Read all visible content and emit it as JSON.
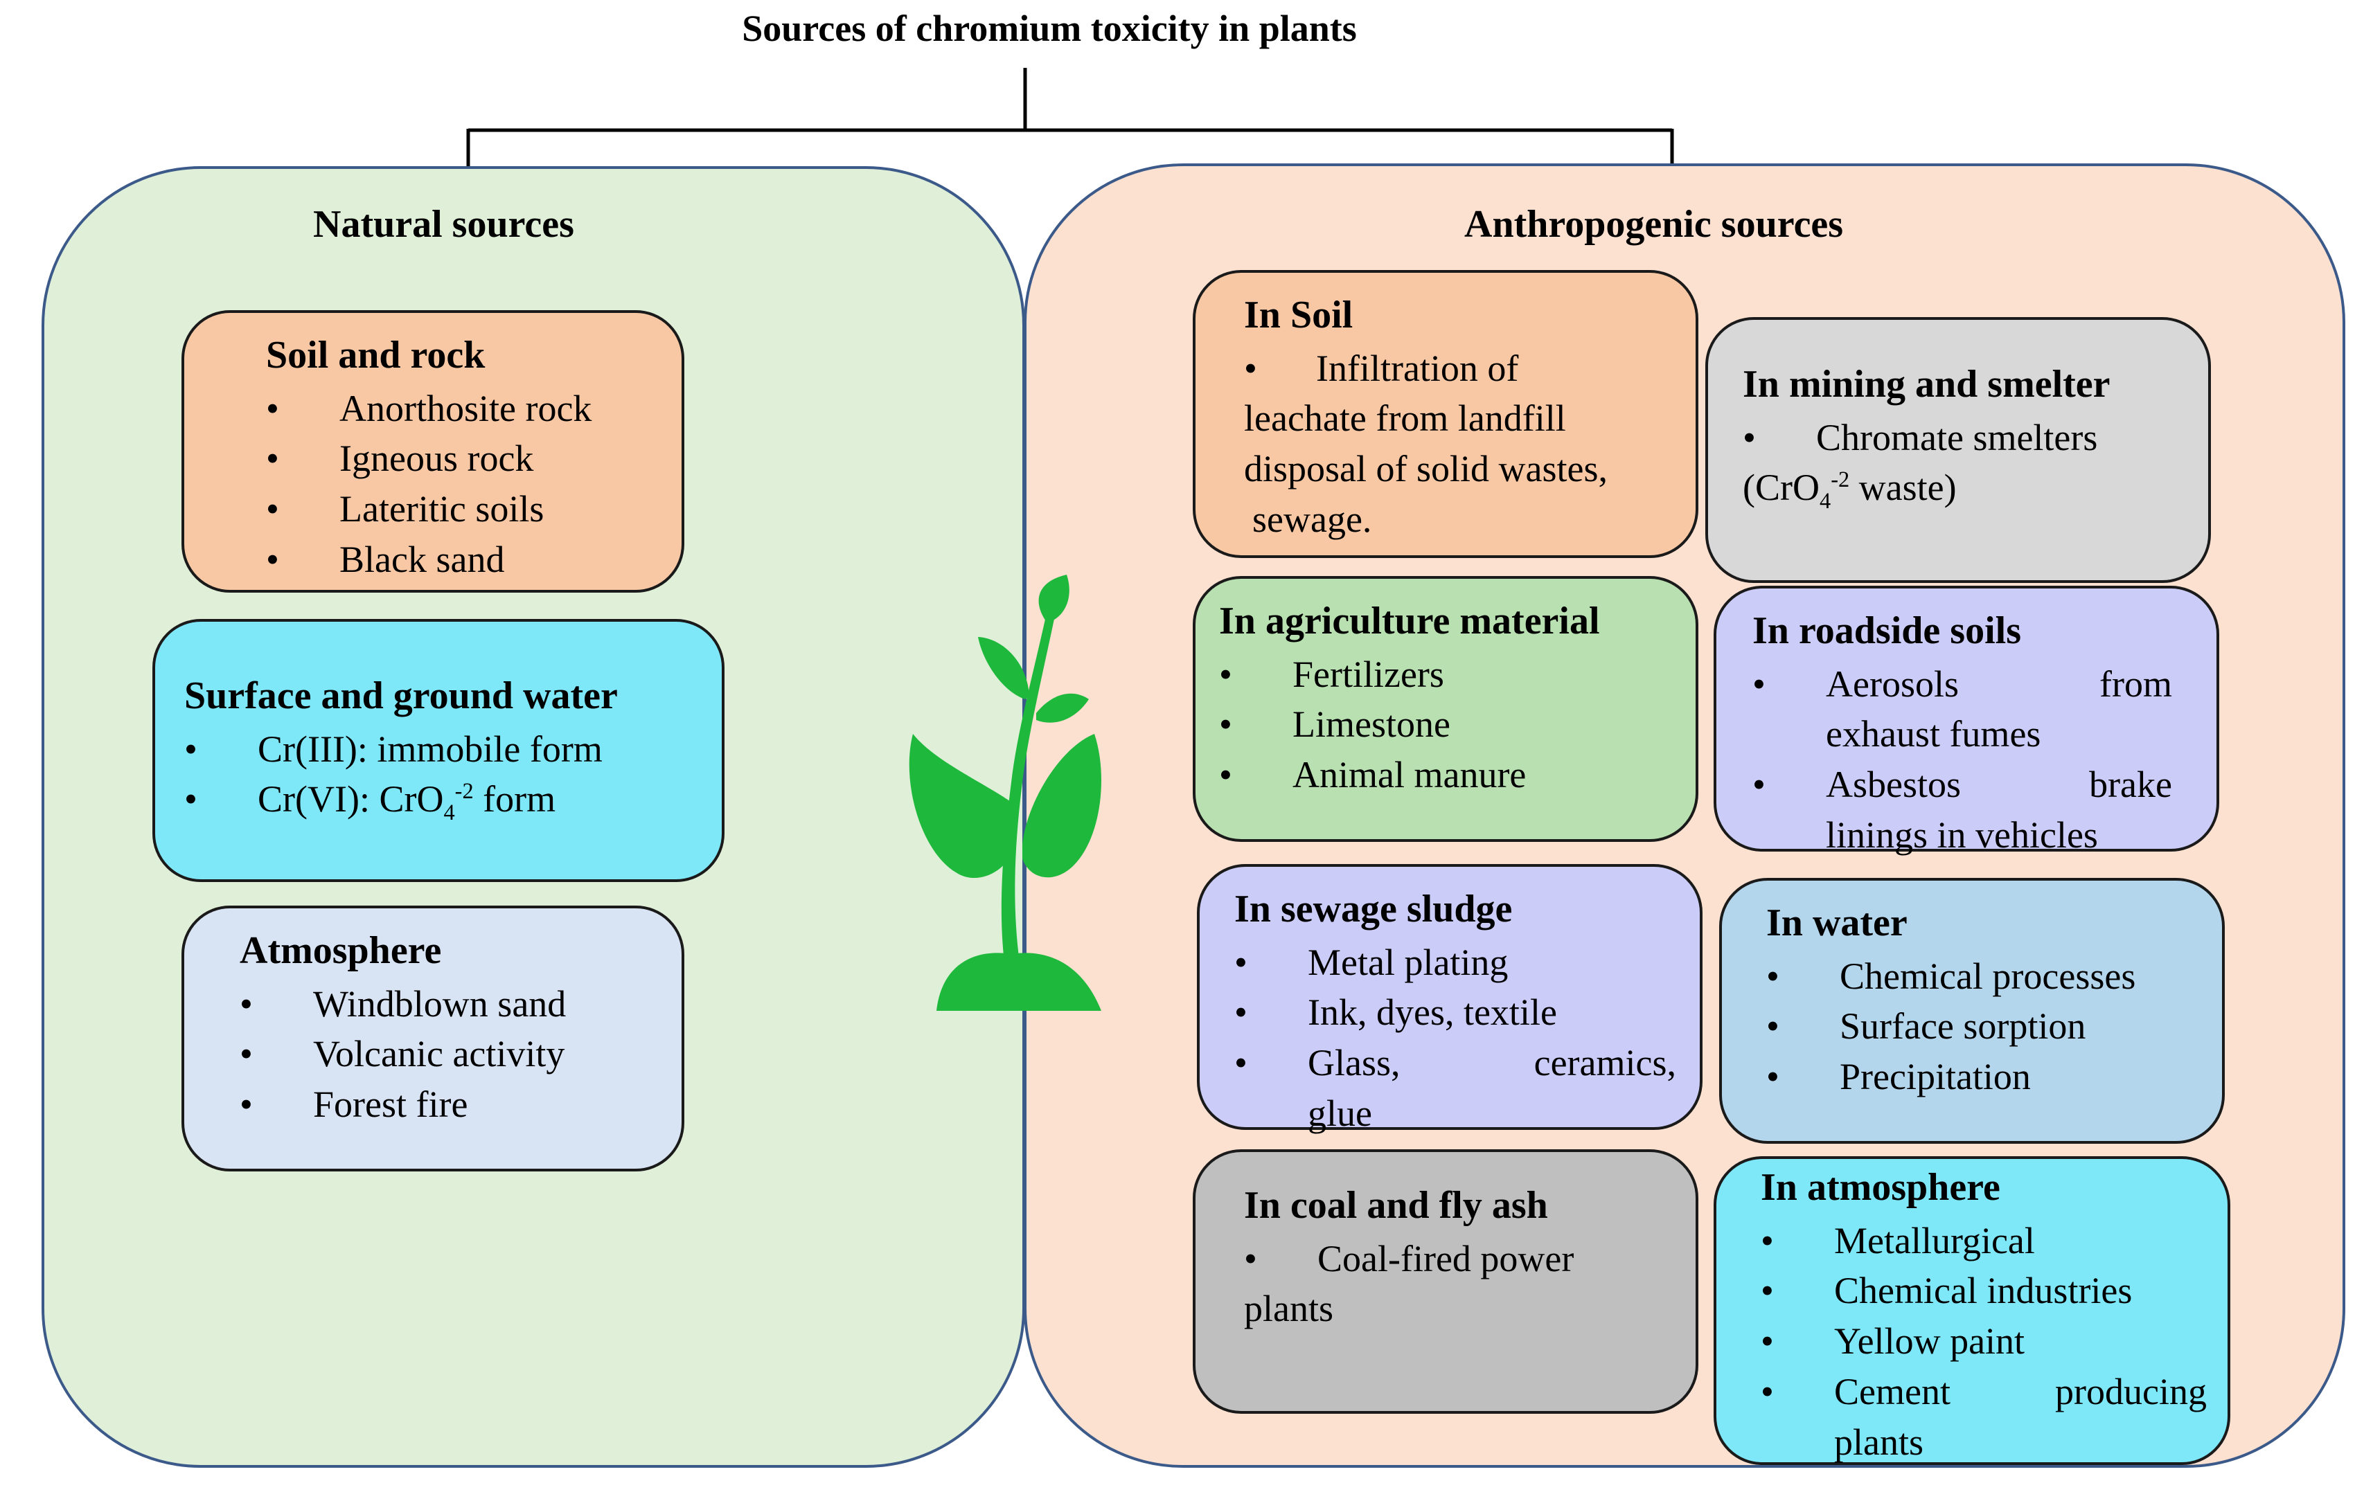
{
  "title": "Sources of chromium toxicity in plants",
  "natural": {
    "heading": "Natural sources",
    "boxes": [
      {
        "heading": "Soil and rock",
        "items": [
          "Anorthosite rock",
          "Igneous rock",
          "Lateritic soils",
          "Black sand"
        ]
      },
      {
        "heading": "Surface and ground water",
        "item1": "Cr(III): immobile form",
        "item2_pre": "Cr(VI): CrO",
        "item2_sub": "4",
        "item2_sup": "-2",
        "item2_post": " form"
      },
      {
        "heading": "Atmosphere",
        "items": [
          "Windblown sand",
          "Volcanic activity",
          "Forest fire"
        ]
      }
    ]
  },
  "anthropogenic": {
    "heading": "Anthropogenic sources",
    "soil": {
      "heading": "In Soil",
      "lines": [
        "Infiltration of",
        "leachate from landfill",
        "disposal of solid wastes,",
        "sewage."
      ]
    },
    "mining": {
      "heading": "In mining and smelter",
      "line1": "Chromate smelters",
      "line2_pre": "(CrO",
      "line2_sub": "4",
      "line2_sup": "-2",
      "line2_post": " waste)"
    },
    "agriculture": {
      "heading": "In agriculture material",
      "items": [
        "Fertilizers",
        "Limestone",
        "Animal manure"
      ]
    },
    "roadside": {
      "heading": "In roadside soils",
      "items": [
        [
          "Aerosols from",
          "exhaust fumes"
        ],
        [
          "Asbestos brake",
          "linings in vehicles"
        ]
      ]
    },
    "sewage": {
      "heading": "In sewage sludge",
      "items": [
        "Metal plating",
        "Ink, dyes, textile",
        "Glass, ceramics,",
        "glue"
      ]
    },
    "water": {
      "heading": "In water",
      "items": [
        "Chemical processes",
        "Surface sorption",
        "Precipitation"
      ]
    },
    "coal": {
      "heading": "In coal and fly ash",
      "lines": [
        "Coal-fired power",
        "plants"
      ]
    },
    "atmosphere": {
      "heading": "In atmosphere",
      "items": [
        "Metallurgical",
        "Chemical industries",
        "Yellow paint",
        "Cement producing",
        "plants"
      ]
    }
  },
  "colors": {
    "natural_panel": "#e0efd8",
    "anthro_panel": "#fce0d0",
    "panel_border": "#3b5a8a",
    "orange": "#f8c8a4",
    "cyan": "#7ee8f8",
    "light_blue": "#d8e4f4",
    "light_gray": "#d8d8d8",
    "green": "#b8e0b0",
    "purple": "#ccccf8",
    "sky": "#b4d6ec",
    "dark_gray": "#bfbfbf",
    "plant": "#1db83c"
  },
  "icons": [
    "plant-icon"
  ]
}
